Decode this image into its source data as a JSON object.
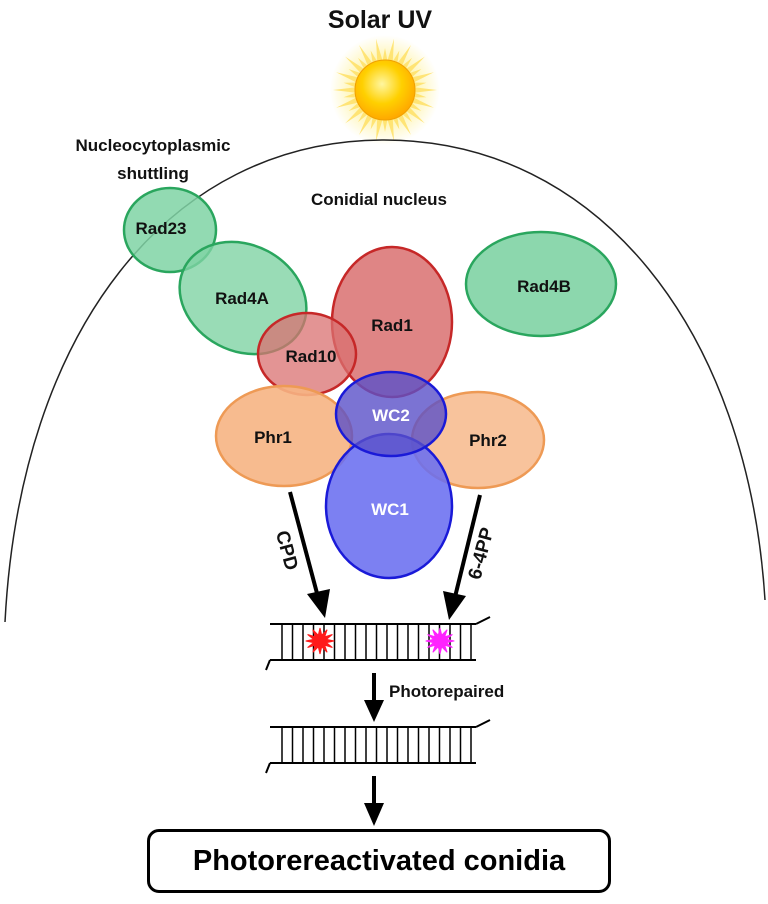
{
  "title": "Solar UV",
  "shuttling_label_line1": "Nucleocytoplasmic",
  "shuttling_label_line2": "shuttling",
  "nucleus_label": "Conidial nucleus",
  "proteins": {
    "rad23": "Rad23",
    "rad4a": "Rad4A",
    "rad10": "Rad10",
    "rad1": "Rad1",
    "rad4b": "Rad4B",
    "phr1": "Phr1",
    "phr2": "Phr2",
    "wc2": "WC2",
    "wc1": "WC1"
  },
  "lesions": {
    "cpd": "CPD",
    "pp64": "6-4PP"
  },
  "repair_label": "Photorepaired",
  "result_label": "Photorereactivated conidia",
  "colors": {
    "green_fill": "#7fd3a4",
    "green_stroke": "#2aa65e",
    "red_fill": "#d97070",
    "red_stroke": "#c62828",
    "orange_fill": "#f6b483",
    "orange_stroke": "#ee9a55",
    "blue_fill": "#6a6ef0",
    "blue_stroke": "#1a1ad8",
    "cpd_lesion": "#ff1a1a",
    "pp64_lesion": "#ff22ff",
    "sun_core": "#ffcc00",
    "sun_rays": "#ffe066"
  }
}
